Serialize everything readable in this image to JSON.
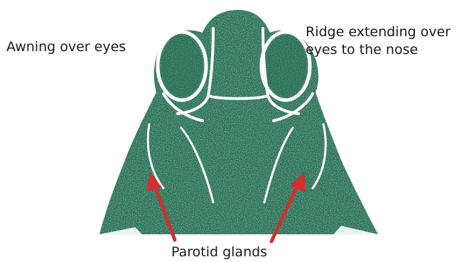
{
  "labels": {
    "awning": "Awning over eyes",
    "ridge_line1": "Ridge extending over",
    "ridge_line2": "eyes to the nose",
    "parotid": "Parotid glands"
  },
  "colors": {
    "illustration": "#1f6b4f",
    "arrow": "#d32f2f",
    "text": "#1a1a1a"
  }
}
